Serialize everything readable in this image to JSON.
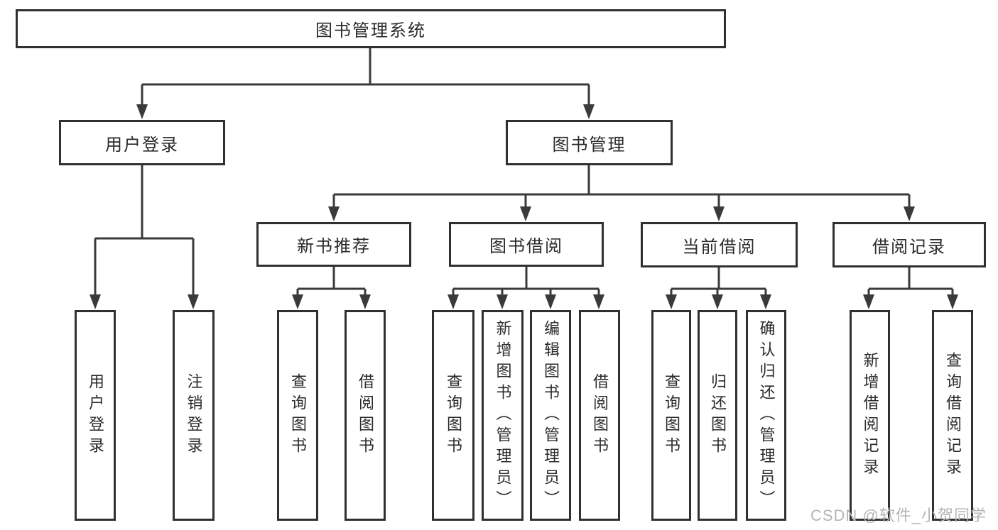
{
  "diagram_title": "图书管理系统",
  "tree": {
    "root": {
      "label": "图书管理系统"
    },
    "level2": [
      {
        "label": "用户登录"
      },
      {
        "label": "图书管理"
      }
    ],
    "level3": [
      {
        "label": "新书推荐",
        "parent": "图书管理"
      },
      {
        "label": "图书借阅",
        "parent": "图书管理"
      },
      {
        "label": "当前借阅",
        "parent": "图书管理"
      },
      {
        "label": "借阅记录",
        "parent": "图书管理"
      }
    ],
    "leaves": [
      {
        "label": "用户登录",
        "parent": "用户登录"
      },
      {
        "label": "注销登录",
        "parent": "用户登录"
      },
      {
        "label": "查询图书",
        "parent": "新书推荐"
      },
      {
        "label": "借阅图书",
        "parent": "新书推荐"
      },
      {
        "label": "查询图书",
        "parent": "图书借阅"
      },
      {
        "label": "新增图书（管理员）",
        "parent": "图书借阅"
      },
      {
        "label": "编辑图书（管理员）",
        "parent": "图书借阅"
      },
      {
        "label": "借阅图书",
        "parent": "图书借阅"
      },
      {
        "label": "查询图书",
        "parent": "当前借阅"
      },
      {
        "label": "归还图书",
        "parent": "当前借阅"
      },
      {
        "label": "确认归还（管理员）",
        "parent": "当前借阅"
      },
      {
        "label": "新增借阅记录",
        "parent": "借阅记录"
      },
      {
        "label": "查询借阅记录",
        "parent": "借阅记录"
      }
    ]
  },
  "watermark": "CSDN @软件_小贺同学",
  "colors": {
    "line": "#3a3a3a",
    "box_border": "#303030",
    "text": "#2b2b2b",
    "watermark": "#b5b5b5",
    "background": "#ffffff"
  }
}
